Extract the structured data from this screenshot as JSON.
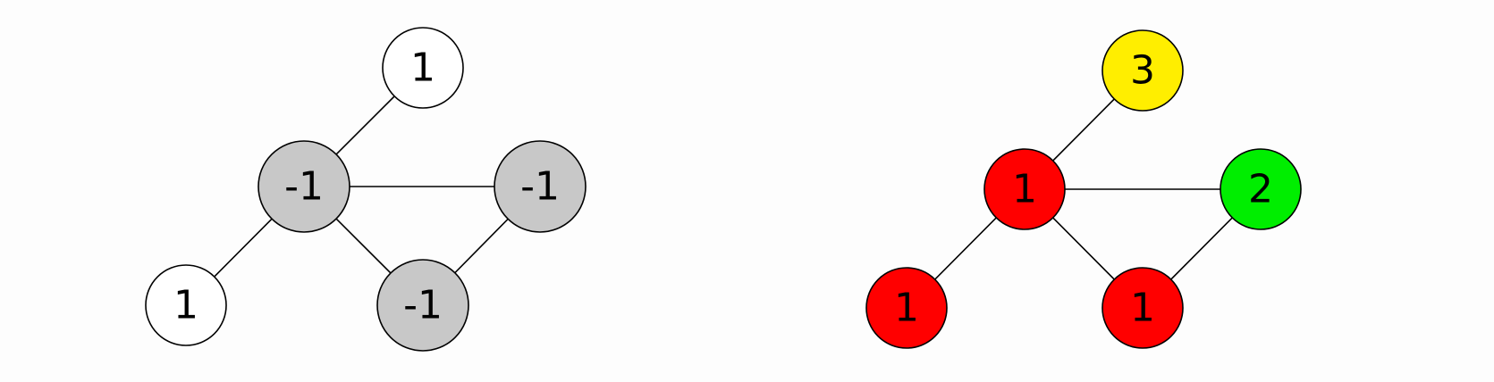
{
  "graphs": [
    {
      "nodes": [
        {
          "id": "top",
          "label": "1",
          "fill": "#ffffff"
        },
        {
          "id": "center",
          "label": "-1",
          "fill": "#c8c8c8"
        },
        {
          "id": "right",
          "label": "-1",
          "fill": "#c8c8c8"
        },
        {
          "id": "bottom-left",
          "label": "1",
          "fill": "#ffffff"
        },
        {
          "id": "bottom-mid",
          "label": "-1",
          "fill": "#c8c8c8"
        }
      ],
      "edges": [
        [
          "top",
          "center"
        ],
        [
          "center",
          "right"
        ],
        [
          "center",
          "bottom-left"
        ],
        [
          "center",
          "bottom-mid"
        ],
        [
          "right",
          "bottom-mid"
        ]
      ]
    },
    {
      "nodes": [
        {
          "id": "top",
          "label": "3",
          "fill": "#ffee00"
        },
        {
          "id": "center",
          "label": "1",
          "fill": "#ff0000"
        },
        {
          "id": "right",
          "label": "2",
          "fill": "#00ee00"
        },
        {
          "id": "bottom-left",
          "label": "1",
          "fill": "#ff0000"
        },
        {
          "id": "bottom-mid",
          "label": "1",
          "fill": "#ff0000"
        }
      ],
      "edges": [
        [
          "top",
          "center"
        ],
        [
          "center",
          "right"
        ],
        [
          "center",
          "bottom-left"
        ],
        [
          "center",
          "bottom-mid"
        ],
        [
          "right",
          "bottom-mid"
        ]
      ]
    }
  ]
}
